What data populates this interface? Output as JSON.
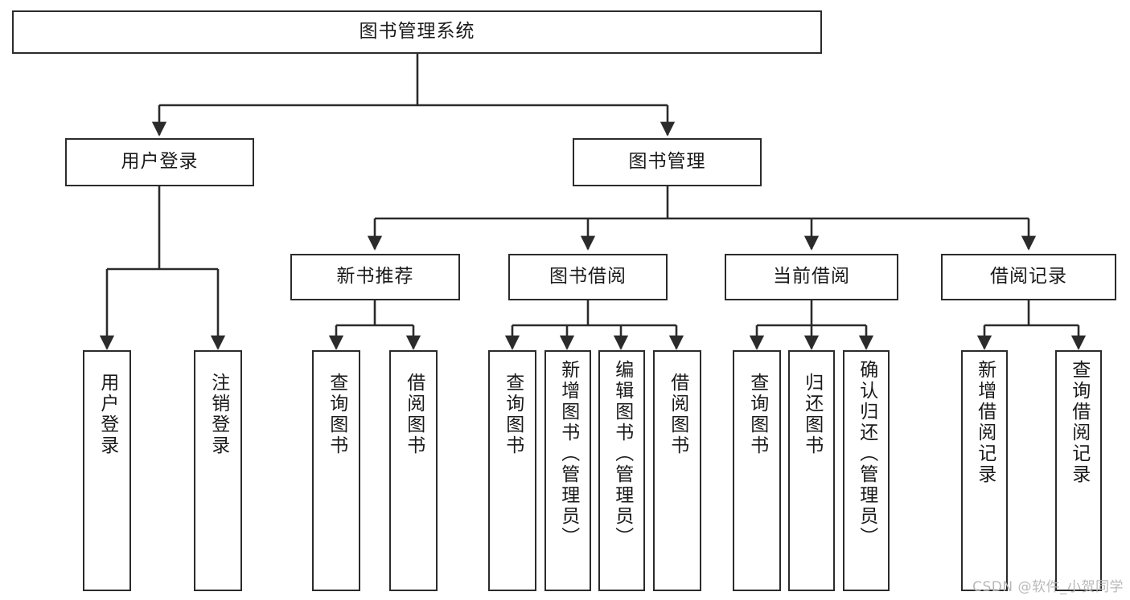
{
  "diagram": {
    "title": "图书管理系统",
    "watermark": "CSDN @软件_小贺同学",
    "accent_border": "#2b2b2b",
    "background": "#ffffff",
    "text_color": "#1a1a1a",
    "watermark_color": "#b9b9b9",
    "root": {
      "label": "图书管理系统"
    },
    "level2": [
      {
        "label": "用户登录"
      },
      {
        "label": "图书管理"
      }
    ],
    "level3": [
      {
        "label": "新书推荐"
      },
      {
        "label": "图书借阅"
      },
      {
        "label": "当前借阅"
      },
      {
        "label": "借阅记录"
      }
    ],
    "leaves": [
      {
        "label": "用户登录",
        "parent": "用户登录"
      },
      {
        "label": "注销登录",
        "parent": "用户登录"
      },
      {
        "label": "查询图书",
        "parent": "新书推荐"
      },
      {
        "label": "借阅图书",
        "parent": "新书推荐"
      },
      {
        "label": "查询图书",
        "parent": "图书借阅"
      },
      {
        "label": "新增图书（管理员）",
        "parent": "图书借阅"
      },
      {
        "label": "编辑图书（管理员）",
        "parent": "图书借阅"
      },
      {
        "label": "借阅图书",
        "parent": "图书借阅"
      },
      {
        "label": "查询图书",
        "parent": "当前借阅"
      },
      {
        "label": "归还图书",
        "parent": "当前借阅"
      },
      {
        "label": "确认归还（管理员）",
        "parent": "当前借阅"
      },
      {
        "label": "新增借阅记录",
        "parent": "借阅记录"
      },
      {
        "label": "查询借阅记录",
        "parent": "借阅记录"
      }
    ]
  }
}
